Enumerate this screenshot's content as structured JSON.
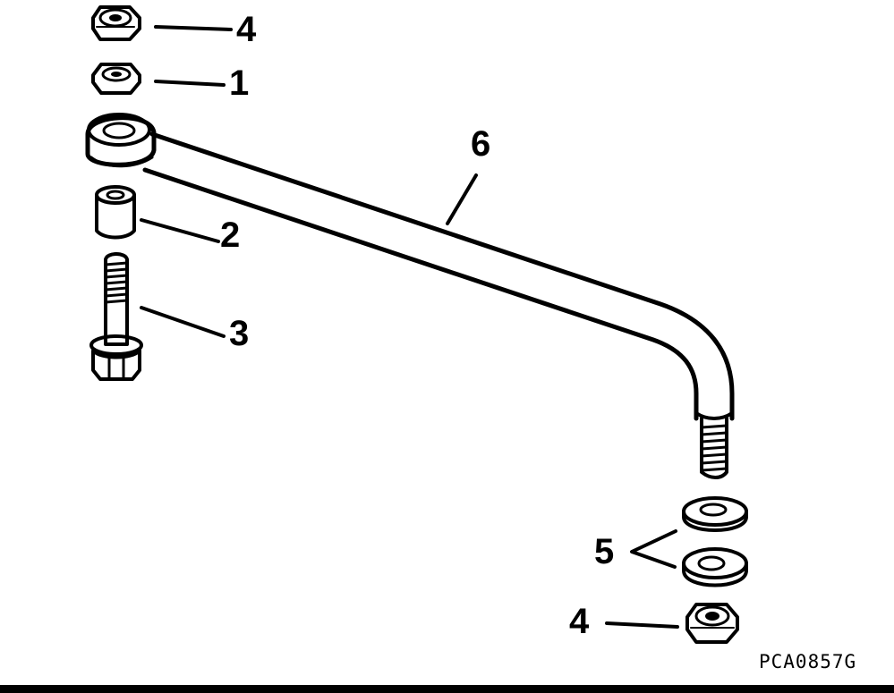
{
  "callouts": {
    "top_nut": "4",
    "top_flat_nut": "1",
    "bushing": "2",
    "bolt": "3",
    "washers": "5",
    "link_rod": "6",
    "bottom_nut": "4"
  },
  "figure_code": "PCA0857G",
  "colors": {
    "ink": "#000000",
    "paper": "#ffffff"
  }
}
